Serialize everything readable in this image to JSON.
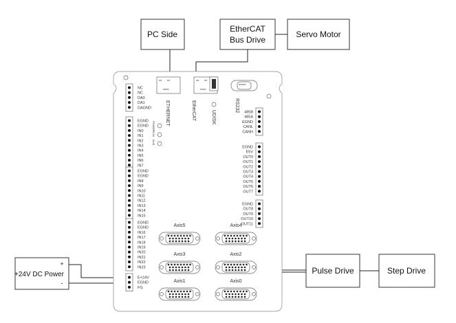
{
  "boxes": {
    "pc_side": "PC Side",
    "ethercat_drive_line1": "EtherCAT",
    "ethercat_drive_line2": "Bus Drive",
    "servo_motor": "Servo Motor",
    "power": "+24V DC Power",
    "power_plus": "+",
    "power_minus": "-",
    "pulse_drive": "Pulse Drive",
    "step_drive": "Step Drive"
  },
  "ports": {
    "ethernet": "ETHERNET",
    "ethercat": "EtherCAT",
    "udisk": "UDISK",
    "rs232": "RS232"
  },
  "leds": [
    "POWER",
    "RUN",
    "ALM"
  ],
  "left_connectors": [
    [
      "NC",
      "NC",
      "DA0",
      "DA1",
      "DAGND"
    ],
    [
      "EGND",
      "EGND",
      "IN0",
      "IN1",
      "IN2",
      "IN3",
      "IN4",
      "IN5",
      "IN6",
      "IN7"
    ],
    [
      "EGND",
      "EGND",
      "IN8",
      "IN9",
      "IN10",
      "IN11",
      "IN12",
      "IN13",
      "IN14",
      "IN15"
    ],
    [
      "EGND",
      "EGND",
      "IN16",
      "IN17",
      "IN18",
      "IN19",
      "IN20",
      "IN21",
      "IN22",
      "IN23"
    ],
    [
      "E+24V",
      "EGND",
      "FG"
    ]
  ],
  "right_connectors": [
    [
      "485B",
      "485A",
      "EGND",
      "CANL",
      "CANH"
    ],
    [
      "EGND",
      "E5V",
      "OUT0",
      "OUT1",
      "OUT2",
      "OUT3",
      "OUT4",
      "OUT5",
      "OUT6",
      "OUT7"
    ],
    [
      "EGND",
      "OUT8",
      "OUT9",
      "OUT10",
      "OUT11"
    ]
  ],
  "axes": [
    "Axis5",
    "Axis4",
    "Axis3",
    "Axis2",
    "Axis1",
    "Axis0"
  ]
}
